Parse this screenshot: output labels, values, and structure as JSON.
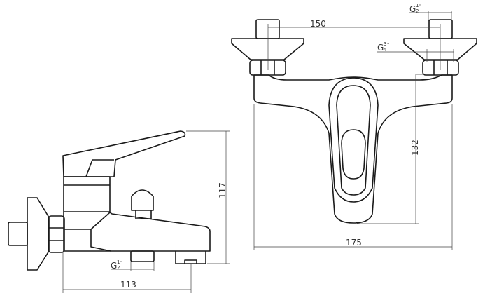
{
  "title": "Single-lever bath mixer technical drawing",
  "side_view": {
    "height_dim": "117",
    "depth_dim": "113",
    "outlet_thread": {
      "prefix": "G",
      "num": "1",
      "den": "2",
      "suffix": "\""
    }
  },
  "front_view": {
    "inlet_spacing_dim": "150",
    "width_dim": "175",
    "outlet_height_dim": "132",
    "inlet_thread": {
      "prefix": "G",
      "num": "1",
      "den": "2",
      "suffix": "\""
    },
    "nut_thread": {
      "prefix": "G",
      "num": "3",
      "den": "4",
      "suffix": "\""
    }
  }
}
